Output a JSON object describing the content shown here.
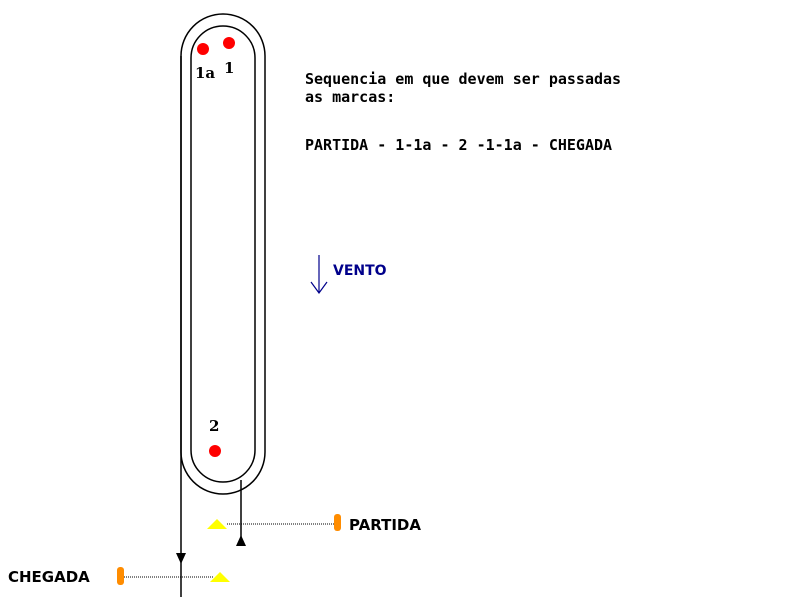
{
  "instructions": {
    "line1": "Sequencia em que devem ser passadas",
    "line2": "as marcas:",
    "sequence": "PARTIDA - 1-1a - 2 -1-1a - CHEGADA"
  },
  "wind": {
    "label": "VENTO"
  },
  "marks": {
    "mark_1": "1",
    "mark_1a": "1a",
    "mark_2": "2"
  },
  "lines": {
    "start": "PARTIDA",
    "finish": "CHEGADA"
  },
  "colors": {
    "mark": "#ff0000",
    "buoy": "#ff8c00",
    "boat": "#ffff00",
    "wind": "#00008b",
    "course": "#000000"
  }
}
